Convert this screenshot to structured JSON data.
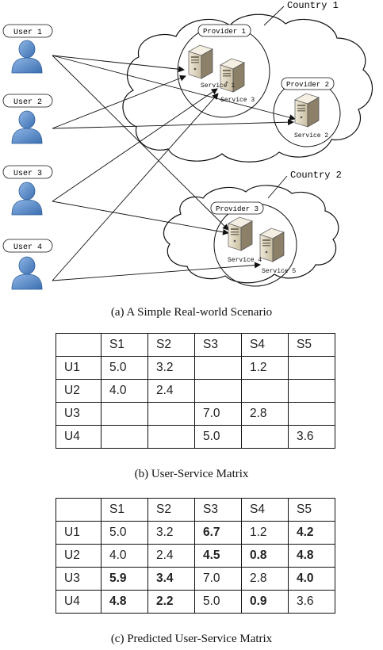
{
  "scenario": {
    "users": [
      "User 1",
      "User 2",
      "User 3",
      "User 4"
    ],
    "countries": [
      "Country 1",
      "Country 2"
    ],
    "providers": [
      "Provider 1",
      "Provider 2",
      "Provider 3"
    ],
    "services": [
      "Service 1",
      "Service 2",
      "Service 3",
      "Service 4",
      "Service 5"
    ]
  },
  "captions": {
    "a": "(a) A Simple Real-world Scenario",
    "b": "(b) User-Service Matrix",
    "c": "(c) Predicted User-Service Matrix"
  },
  "matrix_b": {
    "columns": [
      "",
      "S1",
      "S2",
      "S3",
      "S4",
      "S5"
    ],
    "rows": [
      [
        "U1",
        "5.0",
        "3.2",
        "",
        "1.2",
        ""
      ],
      [
        "U2",
        "4.0",
        "2.4",
        "",
        "",
        ""
      ],
      [
        "U3",
        "",
        "",
        "7.0",
        "2.8",
        ""
      ],
      [
        "U4",
        "",
        "",
        "5.0",
        "",
        "3.6"
      ]
    ]
  },
  "matrix_c": {
    "columns": [
      "",
      "S1",
      "S2",
      "S3",
      "S4",
      "S5"
    ],
    "rows": [
      [
        "U1",
        "5.0",
        "3.2",
        "6.7",
        "1.2",
        "4.2"
      ],
      [
        "U2",
        "4.0",
        "2.4",
        "4.5",
        "0.8",
        "4.8"
      ],
      [
        "U3",
        "5.9",
        "3.4",
        "7.0",
        "2.8",
        "4.0"
      ],
      [
        "U4",
        "4.8",
        "2.2",
        "5.0",
        "0.9",
        "3.6"
      ]
    ],
    "predicted": [
      [
        false,
        false,
        true,
        false,
        true
      ],
      [
        false,
        false,
        true,
        true,
        true
      ],
      [
        true,
        true,
        false,
        false,
        true
      ],
      [
        true,
        true,
        false,
        true,
        false
      ]
    ]
  }
}
